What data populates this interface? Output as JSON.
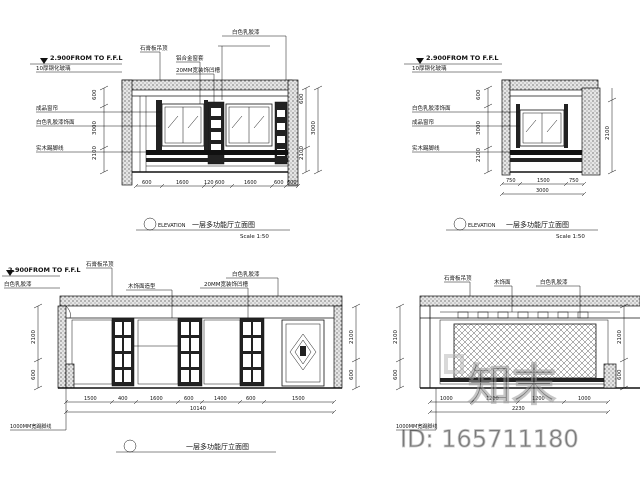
{
  "level_note": "2.900FROM TO F.F.L",
  "elevations": {
    "tl": {
      "left_callouts": [
        "10厚钢化玻璃",
        "成品窗帘",
        "白色乳胶漆饰面",
        "实木踢脚线"
      ],
      "top_callouts": [
        "石膏板吊顶",
        "铝合金窗套",
        "20MM宽装饰凹槽",
        "白色乳胶漆"
      ],
      "dims_bottom": [
        "600",
        "1600",
        "120",
        "600",
        "1600",
        "600",
        "600"
      ],
      "dims_left": [
        "2100",
        "3000",
        "600"
      ],
      "dims_right": [
        "2100",
        "3000",
        "600"
      ],
      "title": "一层多功能厅立面图",
      "label": "ELEVATION",
      "scale": "Scale 1:50"
    },
    "tr": {
      "left_callouts": [
        "10厚钢化玻璃",
        "白色乳胶漆饰面",
        "成品窗帘",
        "实木踢脚线"
      ],
      "dims_bottom": [
        "750",
        "1500",
        "750"
      ],
      "dims_total": "3000",
      "dims_left": [
        "2100",
        "3000",
        "600"
      ],
      "dims_right": [
        "2100"
      ],
      "title": "一层多功能厅立面图",
      "label": "ELEVATION",
      "scale": "Scale 1:50"
    },
    "bl": {
      "left_callouts": [
        "白色乳胶漆"
      ],
      "top_callouts": [
        "石膏板吊顶",
        "木饰面造型",
        "20MM宽装饰凹槽",
        "白色乳胶漆"
      ],
      "dims_bottom": [
        "1500",
        "400",
        "1600",
        "600",
        "1400",
        "600",
        "1500"
      ],
      "dims_total": "10140",
      "dims_left": [
        "2100",
        "600"
      ],
      "dims_right": [
        "2100",
        "600"
      ],
      "bottom_note": "1000MM宽踢脚线",
      "title": "一层多功能厅立面图"
    },
    "br": {
      "top_callouts": [
        "石膏板吊顶",
        "木饰面",
        "白色乳胶漆"
      ],
      "dims_bottom": [
        "1000",
        "1200",
        "1200",
        "1000"
      ],
      "dims_total": "2230",
      "dims_left": [
        "2100",
        "600"
      ],
      "dims_right": [
        "2100",
        "600"
      ],
      "bottom_note": "1000MM宽踢脚线"
    }
  },
  "watermark": {
    "logo_text": "知末",
    "id_text": "ID: 165711180"
  }
}
